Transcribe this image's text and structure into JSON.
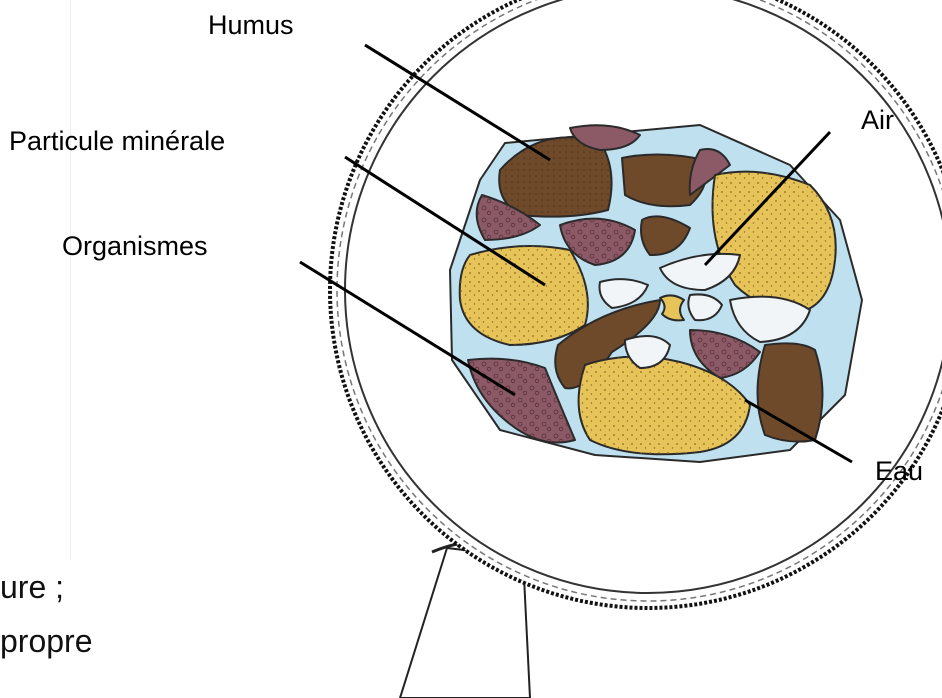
{
  "labels": {
    "humus": "Humus",
    "mineral": "Particule minérale",
    "organisms": "Organismes",
    "air": "Air",
    "water": "Eau"
  },
  "cropped_text": {
    "line1": "ure ;",
    "line2": "propre"
  },
  "colors": {
    "humus": "#6f4a2a",
    "mineral": "#e6c45a",
    "organisms": "#8c5a66",
    "water": "#bfe0ef",
    "air": "#f2f5f8",
    "outline": "#2a2a2a"
  }
}
